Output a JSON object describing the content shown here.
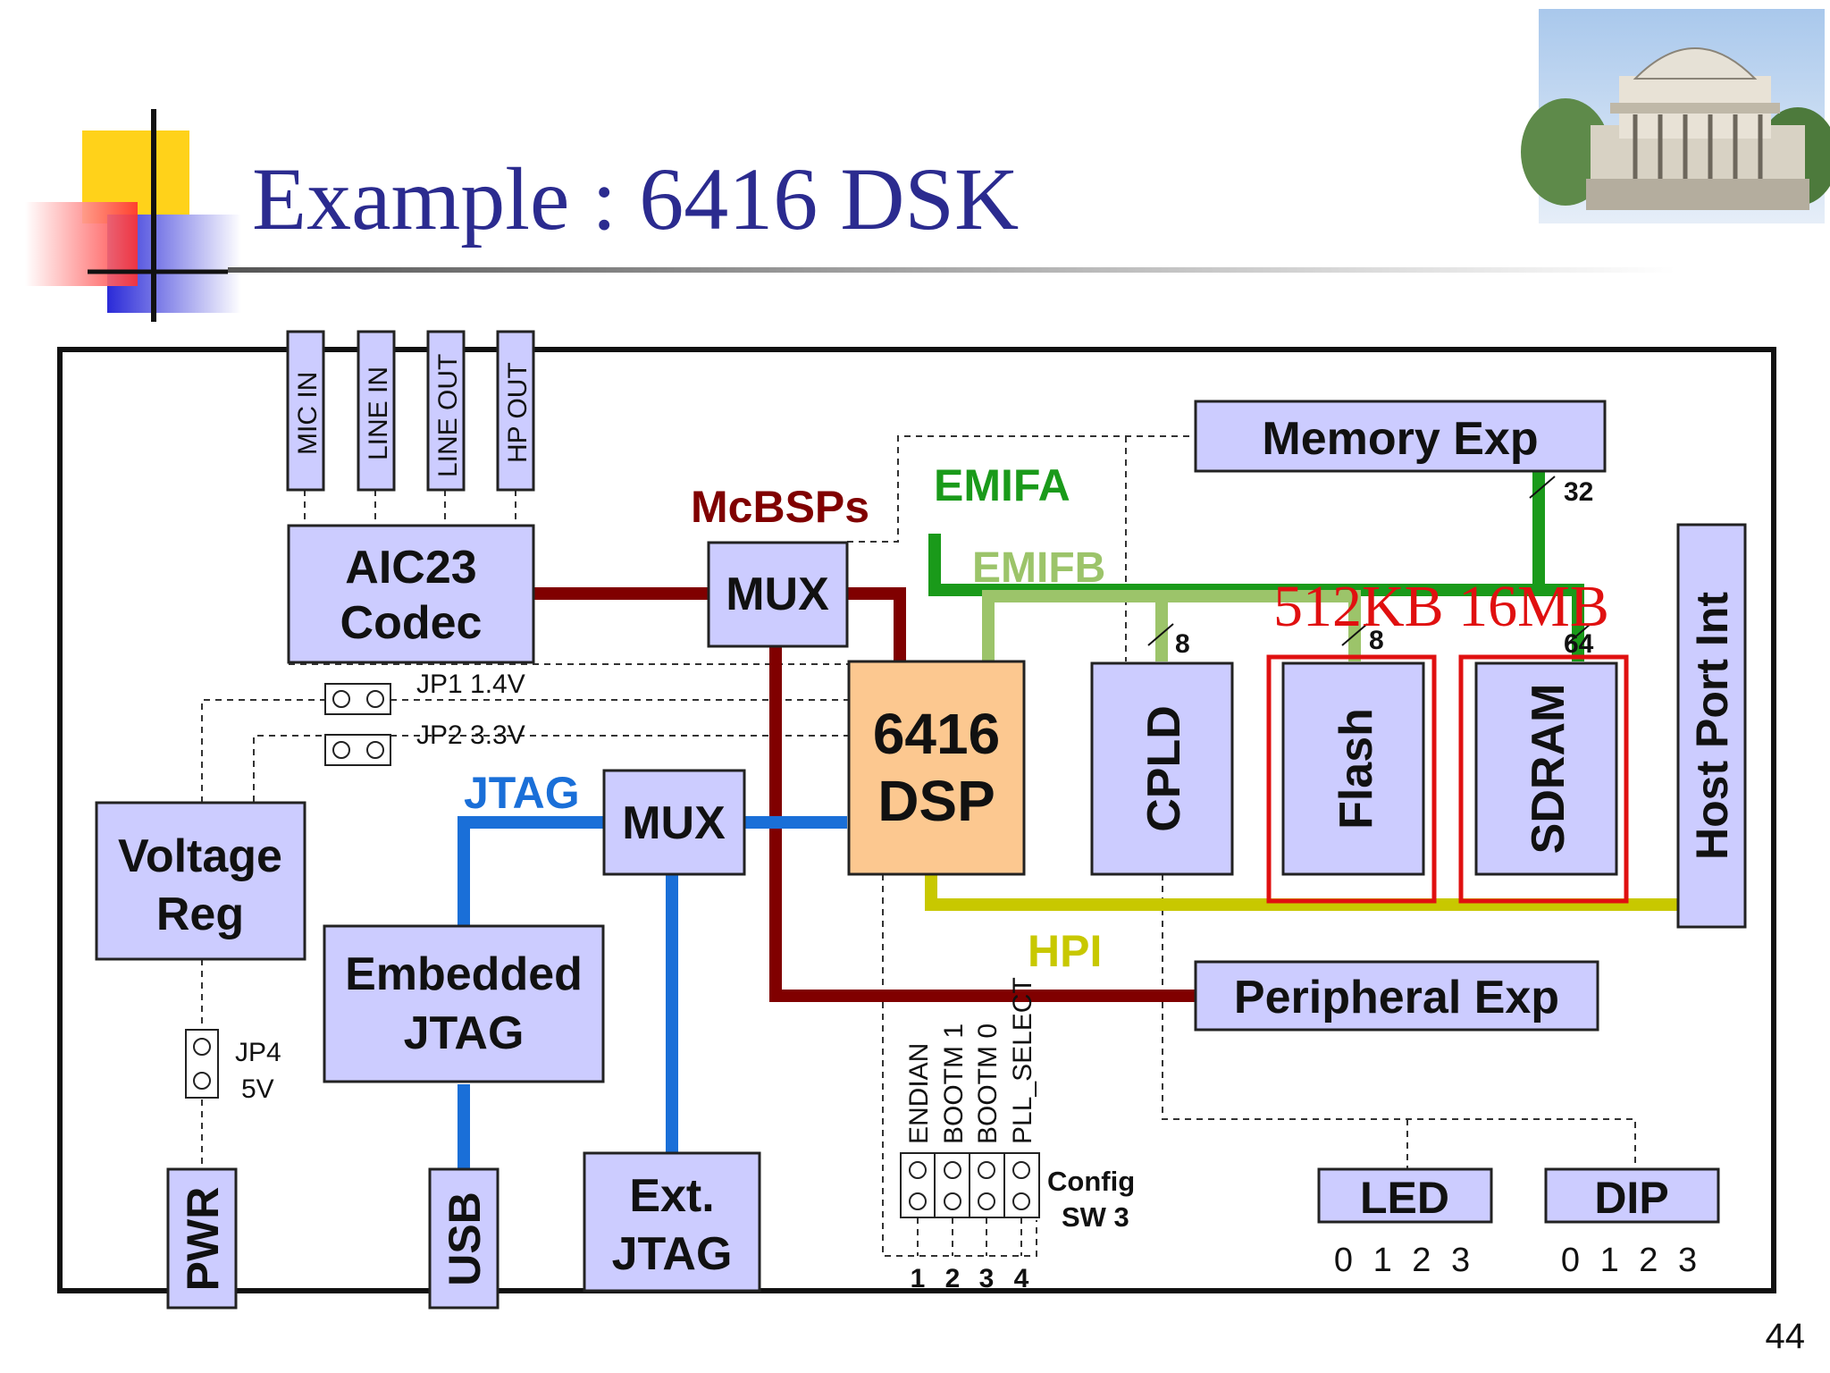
{
  "slide": {
    "title": "Example : 6416 DSK",
    "page_number": "44"
  },
  "blocks": {
    "mic_in": "MIC IN",
    "line_in": "LINE IN",
    "line_out": "LINE OUT",
    "hp_out": "HP OUT",
    "aic23_line1": "AIC23",
    "aic23_line2": "Codec",
    "mux_top": "MUX",
    "mux_jtag": "MUX",
    "dsp_line1": "6416",
    "dsp_line2": "DSP",
    "cpld": "CPLD",
    "flash": "Flash",
    "sdram": "SDRAM",
    "host_port": "Host Port Int",
    "memory_exp": "Memory Exp",
    "peripheral_exp": "Peripheral Exp",
    "voltage_line1": "Voltage",
    "voltage_line2": "Reg",
    "embedded_line1": "Embedded",
    "embedded_line2": "JTAG",
    "ext_line1": "Ext.",
    "ext_line2": "JTAG",
    "pwr": "PWR",
    "usb": "USB",
    "led": "LED",
    "dip": "DIP"
  },
  "buses": {
    "mcbsps": "McBSPs",
    "emifa": "EMIFA",
    "emifb": "EMIFB",
    "jtag": "JTAG",
    "hpi": "HPI"
  },
  "bus_widths": {
    "memory": "32",
    "cpld": "8",
    "flash": "8",
    "sdram": "64"
  },
  "jumpers": {
    "jp1": "JP1 1.4V",
    "jp2": "JP2 3.3V",
    "jp4_name": "JP4",
    "jp4_value": "5V"
  },
  "config_switch": {
    "labels": [
      "ENDIAN",
      "BOOTM 1",
      "BOOTM 0",
      "PLL_SELECT"
    ],
    "numbers": [
      "1",
      "2",
      "3",
      "4"
    ],
    "name_line1": "Config",
    "name_line2": "SW 3"
  },
  "indicators": {
    "led_numbers": "0 1 2 3",
    "dip_numbers": "0 1 2 3"
  },
  "annotations": {
    "memory_sizes": "512KB 16MB"
  },
  "colors": {
    "title": "#2b2b8f",
    "box_fill": "#ccccff",
    "dsp_fill": "#fcc890",
    "mcbsp_bus": "#800000",
    "emifa_bus": "#1a9a1a",
    "emifb_bus": "#9cc46a",
    "jtag_bus": "#1a6fd8",
    "hpi_bus": "#c8c800",
    "highlight": "#e01010"
  }
}
